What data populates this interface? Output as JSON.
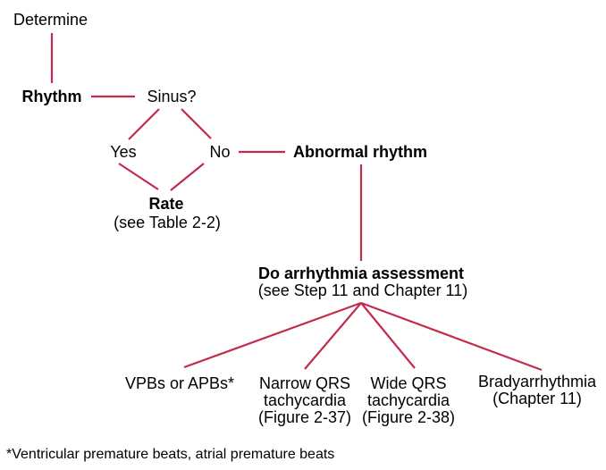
{
  "colors": {
    "line": "#C42A4B",
    "text": "#000000",
    "background": "#FFFFFF"
  },
  "flowchart": {
    "nodes": {
      "determine": {
        "label": "Determine"
      },
      "rhythm": {
        "label": "Rhythm"
      },
      "sinus": {
        "label": "Sinus?"
      },
      "yes": {
        "label": "Yes"
      },
      "no": {
        "label": "No"
      },
      "rate": {
        "label": "Rate",
        "sublabel": "(see Table 2-2)"
      },
      "abnormal_rhythm": {
        "label": "Abnormal rhythm"
      },
      "assessment": {
        "label": "Do arrhythmia assessment",
        "sublabel": "(see Step 11 and Chapter 11)"
      },
      "vpbs": {
        "label": "VPBs or APBs*"
      },
      "narrow_qrs": {
        "line1": "Narrow QRS",
        "line2": "tachycardia",
        "line3": "(Figure 2-37)"
      },
      "wide_qrs": {
        "line1": "Wide QRS",
        "line2": "tachycardia",
        "line3": "(Figure 2-38)"
      },
      "bradyarrhythmia": {
        "line1": "Bradyarrhythmia",
        "line2": "(Chapter 11)"
      }
    },
    "footnote": "*Ventricular premature beats, atrial premature beats"
  }
}
